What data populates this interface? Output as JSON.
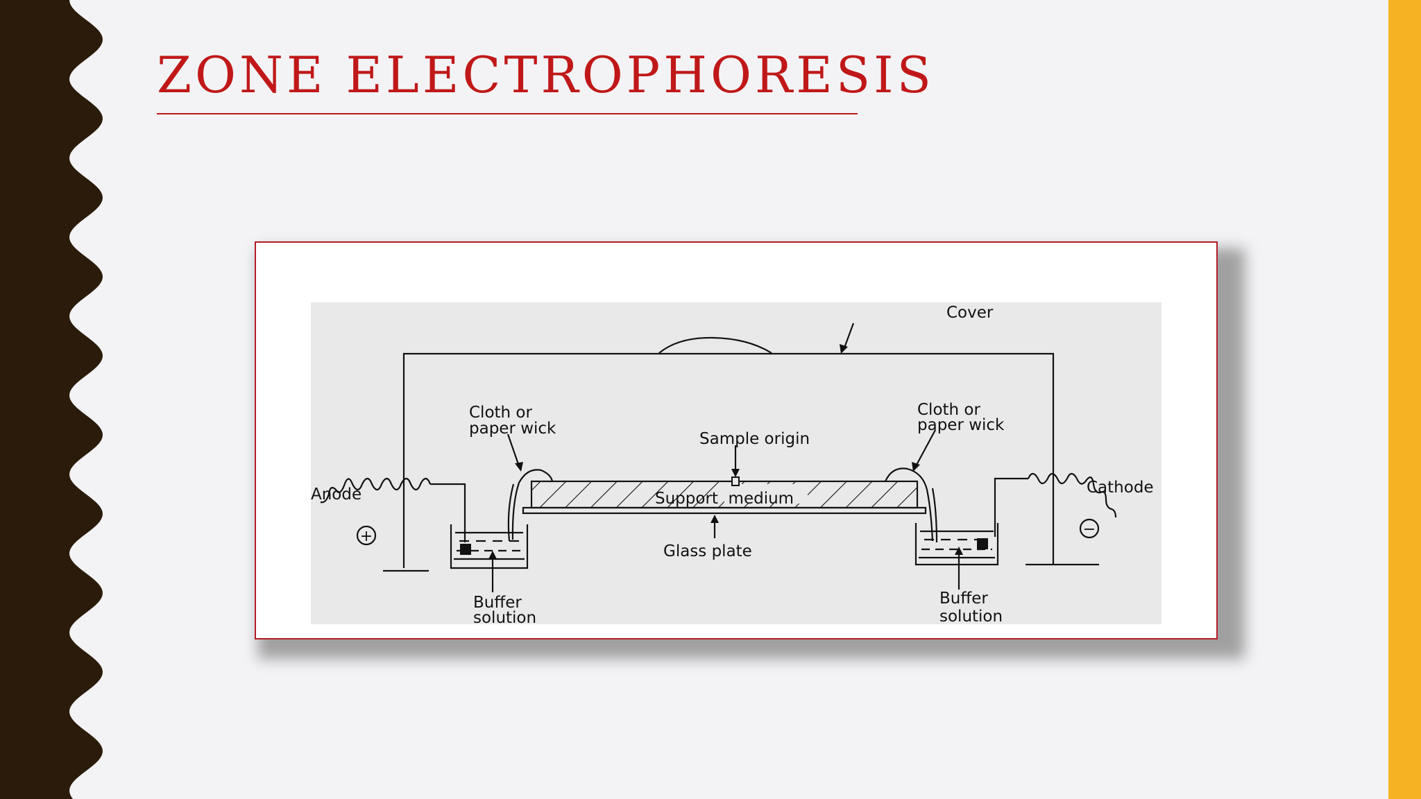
{
  "slide": {
    "title": "ZONE ELECTROPHORESIS",
    "colors": {
      "background": "#f3f3f5",
      "left_band": "#2a1b0a",
      "right_band": "#f6b223",
      "title": "#c01818",
      "frame_border": "#b51a24"
    }
  },
  "diagram": {
    "labels": {
      "cover": "Cover",
      "left_wick_line1": "Cloth or",
      "left_wick_line2": "paper wick",
      "right_wick_line1": "Cloth or",
      "right_wick_line2": "paper wick",
      "sample_origin": "Sample origin",
      "anode": "Anode",
      "cathode": "Cathode",
      "support_medium": "Support  medium",
      "glass_plate": "Glass plate",
      "left_buffer_line1": "Buffer",
      "left_buffer_line2": "solution",
      "right_buffer_line1": "Buffer",
      "right_buffer_line2": "solution",
      "plus_sign": "+",
      "minus_sign": "−"
    }
  }
}
